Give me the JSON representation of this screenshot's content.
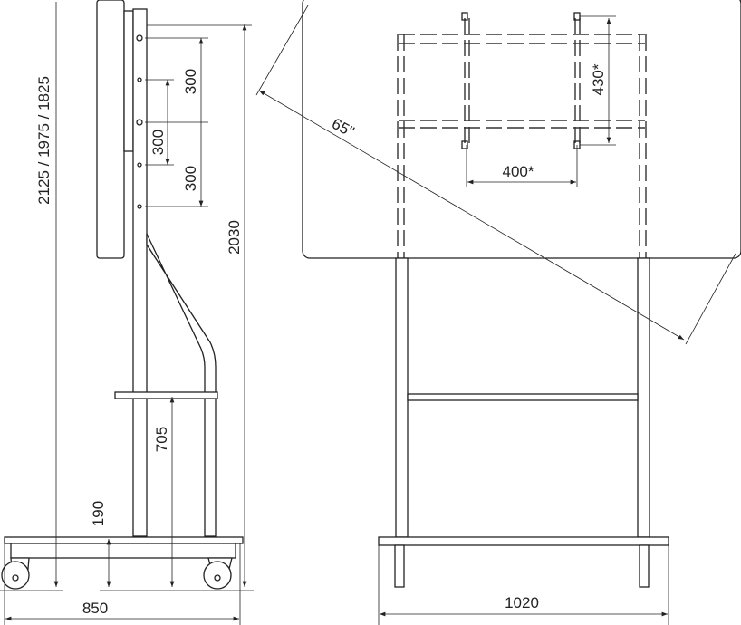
{
  "side_view": {
    "overall_height_label": "2125 / 1975 / 1825",
    "hole_spacing_labels": [
      "300",
      "300",
      "300"
    ],
    "frame_height_label": "2030",
    "shelf_height_label": "705",
    "base_height_label": "190",
    "depth_label": "850"
  },
  "front_view": {
    "diagonal_label": "65\"",
    "vesa_vertical_label": "430*",
    "vesa_horizontal_label": "400*",
    "width_label": "1020"
  }
}
